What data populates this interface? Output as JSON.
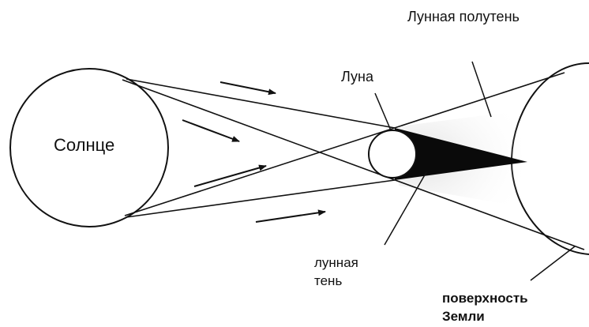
{
  "labels": {
    "sun": "Солнце",
    "moon": "Луна",
    "lunar_penumbra": "Лунная полутень",
    "lunar_shadow": [
      "лунная",
      "тень"
    ],
    "earth_surface": [
      "поверхность",
      "Земли"
    ]
  },
  "colors": {
    "line": "#111111",
    "shadow": "#0a0a0a",
    "penumbra_fill": "#d6d6d6",
    "background": "#ffffff"
  }
}
